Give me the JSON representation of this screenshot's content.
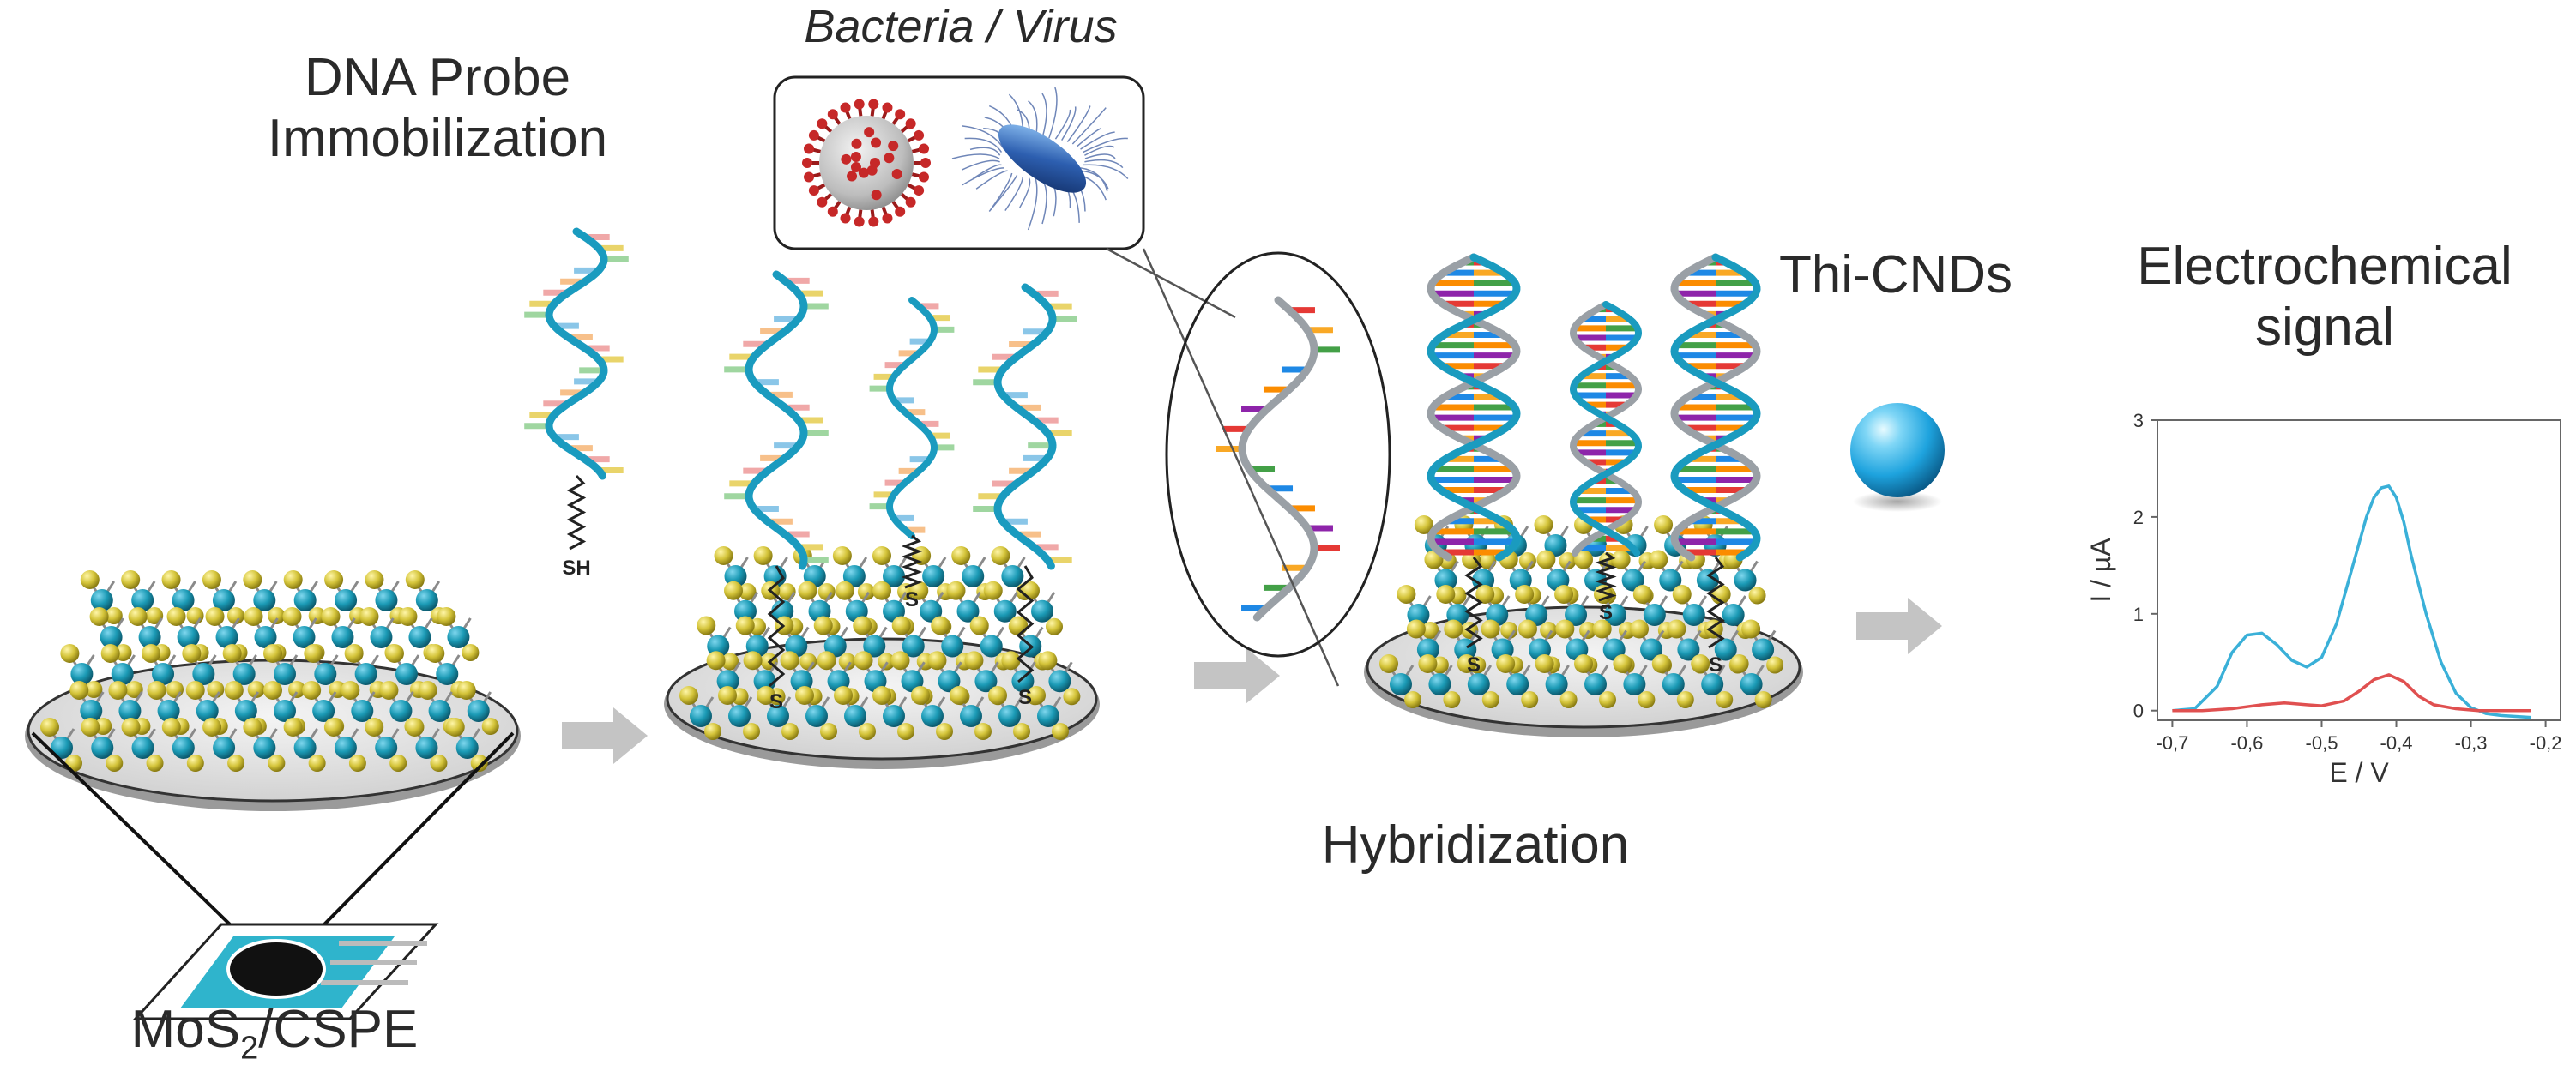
{
  "labels": {
    "dna_probe_line1": "DNA Probe",
    "dna_probe_line2": "Immobilization",
    "bacteria_virus": "Bacteria / Virus",
    "thi_cnds": "Thi-CNDs",
    "electrochemical_line1": "Electrochemical",
    "electrochemical_line2": "signal",
    "hybridization": "Hybridization",
    "electrode_prefix": "MoS",
    "electrode_sub": "2",
    "electrode_suffix": "/CSPE",
    "thiol_sh": "SH",
    "thiol_s": "S"
  },
  "colors": {
    "dna_backbone": "#1a9bbf",
    "mo_atom": "#1b9ab5",
    "s_atom": "#d4c43a",
    "disc": "#e8e8e8",
    "arrow": "#bdbdbd",
    "signal_blue": "#3ab0d8",
    "signal_red": "#e05050",
    "sphere": "#2aa8e0"
  },
  "chart_data": {
    "type": "line",
    "xlabel": "E / V",
    "ylabel": "I / µA",
    "xlim": [
      -0.72,
      -0.18
    ],
    "ylim": [
      -0.1,
      3.0
    ],
    "x_ticks": [
      "-0,7",
      "-0,6",
      "-0,5",
      "-0,4",
      "-0,3",
      "-0,2"
    ],
    "x_tick_values": [
      -0.7,
      -0.6,
      -0.5,
      -0.4,
      -0.3,
      -0.2
    ],
    "y_ticks": [
      "0",
      "1",
      "2",
      "3"
    ],
    "y_tick_values": [
      0,
      1,
      2,
      3
    ],
    "series": [
      {
        "color": "#3ab0d8",
        "x": [
          -0.7,
          -0.67,
          -0.64,
          -0.62,
          -0.6,
          -0.58,
          -0.56,
          -0.54,
          -0.52,
          -0.5,
          -0.48,
          -0.46,
          -0.44,
          -0.43,
          -0.42,
          -0.41,
          -0.4,
          -0.39,
          -0.38,
          -0.36,
          -0.34,
          -0.32,
          -0.3,
          -0.28,
          -0.26,
          -0.24,
          -0.22
        ],
        "y": [
          0.0,
          0.02,
          0.25,
          0.6,
          0.78,
          0.8,
          0.68,
          0.52,
          0.45,
          0.55,
          0.9,
          1.45,
          2.0,
          2.2,
          2.3,
          2.32,
          2.2,
          1.95,
          1.6,
          1.0,
          0.5,
          0.18,
          0.03,
          -0.03,
          -0.05,
          -0.06,
          -0.07
        ]
      },
      {
        "color": "#e05050",
        "x": [
          -0.7,
          -0.66,
          -0.62,
          -0.6,
          -0.58,
          -0.55,
          -0.52,
          -0.5,
          -0.47,
          -0.45,
          -0.43,
          -0.41,
          -0.39,
          -0.37,
          -0.35,
          -0.32,
          -0.29,
          -0.26,
          -0.22
        ],
        "y": [
          0.0,
          0.0,
          0.02,
          0.04,
          0.06,
          0.08,
          0.06,
          0.05,
          0.1,
          0.2,
          0.32,
          0.37,
          0.3,
          0.15,
          0.06,
          0.02,
          0.0,
          0.0,
          0.0
        ]
      }
    ]
  }
}
